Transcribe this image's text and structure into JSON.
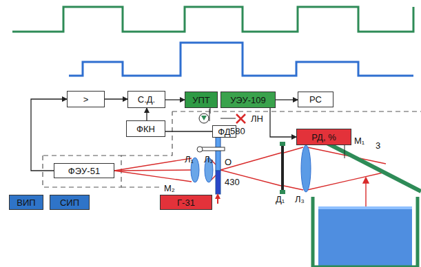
{
  "diagram": {
    "nodes": [
      {
        "text": [
          ">"
        ]
      },
      {
        "text": [
          "С.Д."
        ]
      },
      {
        "text": [
          "УПТ"
        ]
      },
      {
        "text": [
          "УЭУ-109"
        ]
      },
      {
        "text": [
          "РС"
        ]
      },
      {
        "text": [
          "ФКН"
        ]
      },
      {
        "text": [
          "ФД"
        ]
      },
      {
        "text": [
          "РД, %"
        ]
      },
      {
        "text": [
          "ФЭУ-51"
        ]
      },
      {
        "text": [
          "Г-31"
        ]
      },
      {
        "text": [
          "ВИП"
        ]
      },
      {
        "text": [
          "СИП"
        ]
      }
    ],
    "edges": [
      {
        "from": 0,
        "to": 1,
        "arrow": "to"
      },
      {
        "from": 1,
        "to": 2,
        "arrow": "to"
      },
      {
        "from": 3,
        "to": 4,
        "arrow": "to"
      },
      {
        "from": 5,
        "to": 1,
        "arrow": "to"
      },
      {
        "from": 8,
        "to": 0,
        "arrow": "to"
      },
      {
        "from": 3,
        "to": 7,
        "arrow": "to"
      },
      {
        "from": 5,
        "to": 6,
        "arrow": "none"
      }
    ],
    "labels": [
      "ЛН",
      "580",
      "М₁",
      "О",
      "430",
      "Л₁",
      "Л₂",
      "М₂",
      "Д₁",
      "Л₃",
      "3"
    ]
  }
}
